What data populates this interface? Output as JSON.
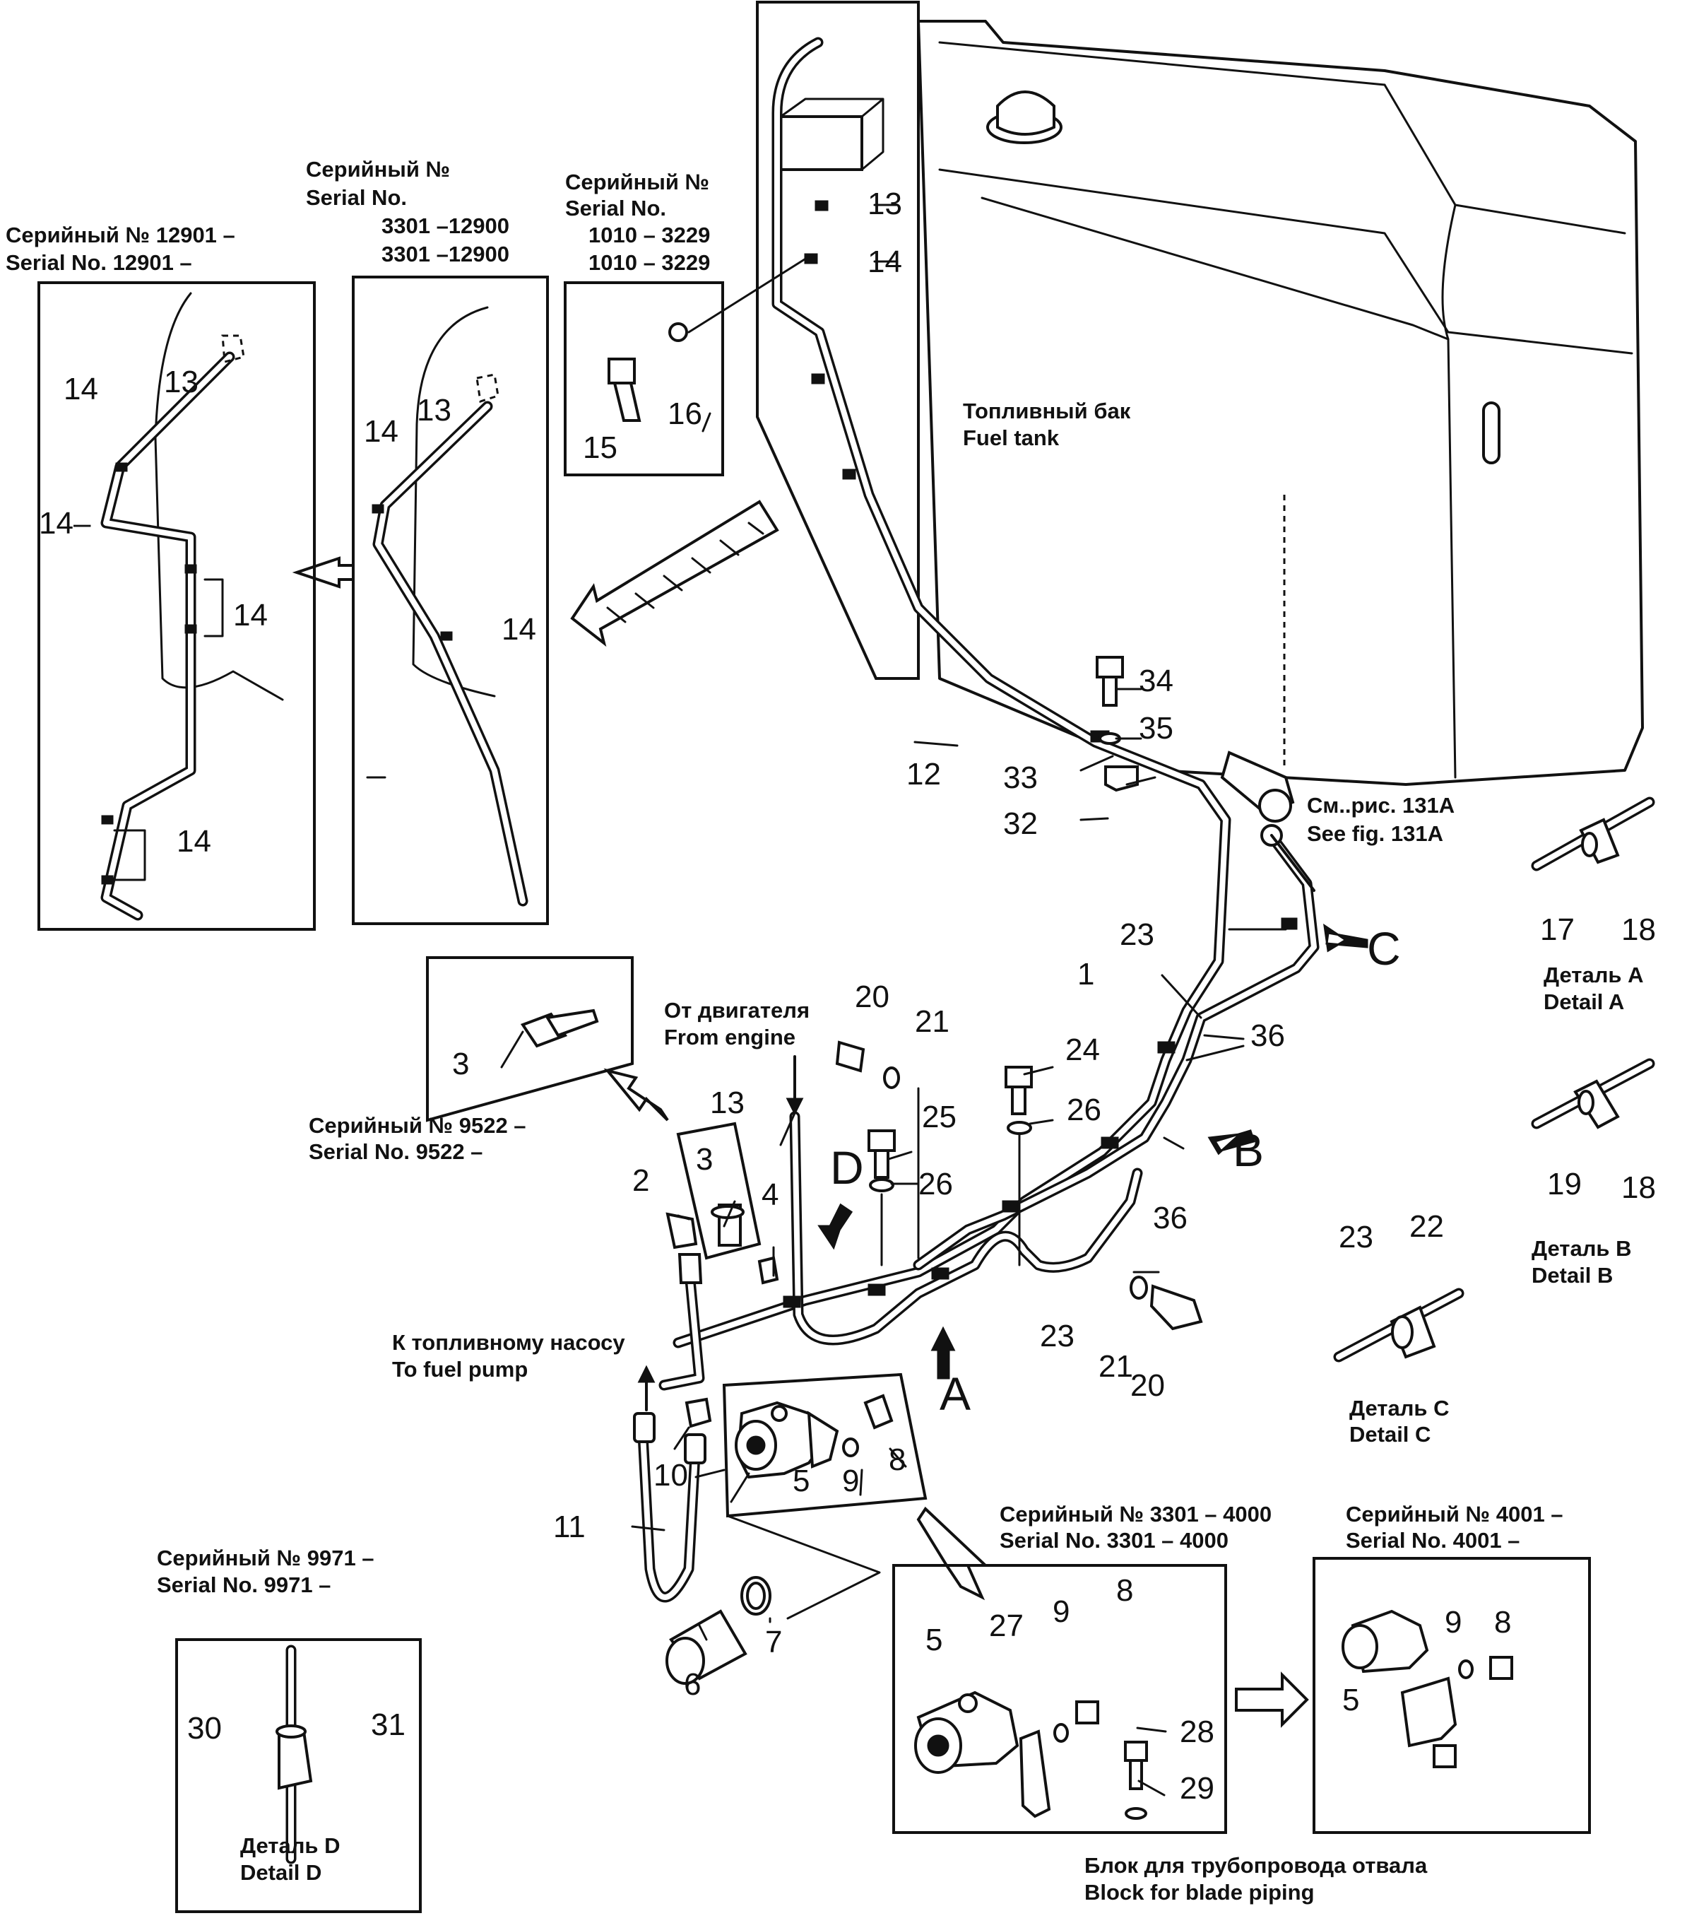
{
  "title": {
    "fuel_tank_ru": "Топливный бак",
    "fuel_tank_en": "Fuel tank",
    "from_engine_ru": "От двигателя",
    "from_engine_en": "From engine",
    "to_fuel_pump_ru": "К топливному насосу",
    "to_fuel_pump_en": "To fuel pump",
    "see_fig_ru": "См..рис. 131A",
    "see_fig_en": "See fig. 131A",
    "blade_block_ru": "Блок для трубопровода отвала",
    "blade_block_en": "Block for blade piping"
  },
  "serials": {
    "s12901_ru": "Серийный № 12901 –",
    "s12901_en": "Serial No. 12901 –",
    "s3301_ru": "Серийный №",
    "s3301_en": "Serial No.",
    "s3301_r1": "3301 –12900",
    "s3301_r2": "3301 –12900",
    "s1010_ru": "Серийный №",
    "s1010_en": "Serial No.",
    "s1010_r1": "1010 – 3229",
    "s1010_r2": "1010 – 3229",
    "s9522_ru": "Серийный № 9522 –",
    "s9522_en": "Serial No. 9522  –",
    "s9971_ru": "Серийный № 9971 –",
    "s9971_en": "Serial No. 9971 –",
    "s3301_4000_ru": "Серийный № 3301 – 4000",
    "s3301_4000_en": "Serial No. 3301 – 4000",
    "s4001_ru": "Серийный № 4001 –",
    "s4001_en": "Serial No. 4001 –"
  },
  "details": {
    "a_ru": "Деталь А",
    "a_en": "Detail A",
    "b_ru": "Деталь В",
    "b_en": "Detail B",
    "c_ru": "Деталь С",
    "c_en": "Detail C",
    "d_ru": "Деталь D",
    "d_en": "Detail D"
  },
  "callouts": {
    "letter_a": "A",
    "letter_b": "B",
    "letter_c": "C",
    "letter_d": "D",
    "n1": "1",
    "n2": "2",
    "n3": "3",
    "n3b": "3",
    "n4": "4",
    "n5": "5",
    "n6": "6",
    "n7": "7",
    "n8": "8",
    "n9": "9",
    "n10": "10",
    "n11": "11",
    "n12": "12",
    "n13": "13",
    "n13b": "13",
    "n14": "14",
    "n15": "15",
    "n16": "16",
    "n20": "20",
    "n20b": "20",
    "n21": "21",
    "n21b": "21",
    "n23": "23",
    "n23b": "23",
    "n24": "24",
    "n25": "25",
    "n26": "26",
    "n26b": "26",
    "n32": "32",
    "n33": "33",
    "n34": "34",
    "n35": "35",
    "n36": "36",
    "n36b": "36",
    "p1_13": "13",
    "p1_14a": "14",
    "p1_14b": "14–",
    "p1_14c": "14",
    "p1_14d": "14",
    "p2_13": "13",
    "p2_14a": "14",
    "p2_14b": "14",
    "da_17": "17",
    "da_18": "18",
    "db_19": "19",
    "db_18": "18",
    "dc_23": "23",
    "dc_22": "22",
    "dd_30": "30",
    "dd_31": "31",
    "s1_5": "5",
    "s1_27": "27",
    "s1_9": "9",
    "s1_8": "8",
    "s1_28": "28",
    "s1_29": "29",
    "s2_5": "5",
    "s2_9": "9",
    "s2_8": "8"
  }
}
